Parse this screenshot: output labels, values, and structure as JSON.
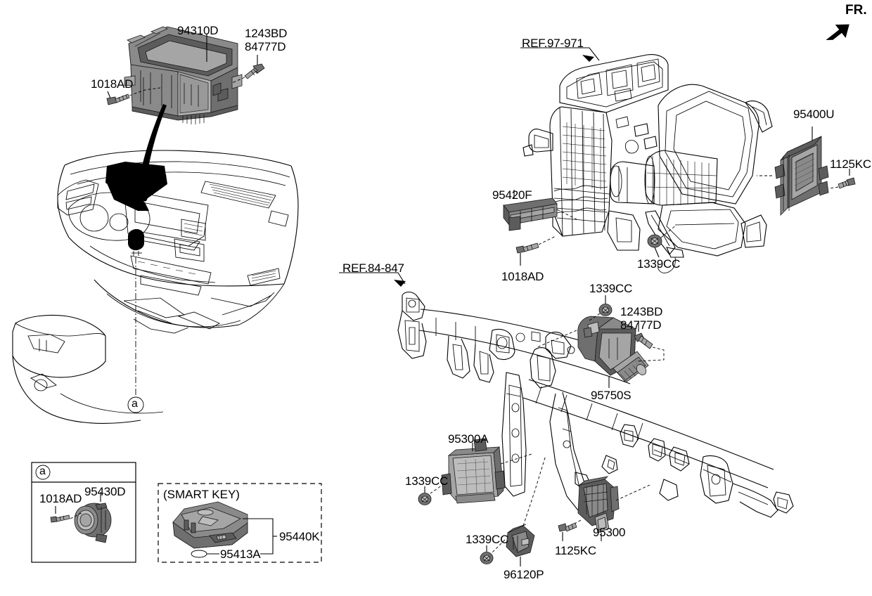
{
  "diagram": {
    "orientation_marker": "FR.",
    "callout_letter": "a",
    "smart_key_box_title": "(SMART KEY)"
  },
  "references": [
    {
      "id": "ref-97-971",
      "text": "REF.97-971"
    },
    {
      "id": "ref-84-847",
      "text": "REF.84-847"
    }
  ],
  "labels": {
    "audio_head_unit": "94310D",
    "screw_1243bd": "1243BD",
    "screw_84777d": "84777D",
    "bolt_1018ad_top": "1018AD",
    "ref_97_971": "REF.97-971",
    "ecu_95400u": "95400U",
    "bolt_1125kc_top": "1125KC",
    "actuator_95420f": "95420F",
    "bolt_1018ad_hvac": "1018AD",
    "nut_1339cc_hvac": "1339CC",
    "ref_84_847": "REF.84-847",
    "nut_1339cc_95750s": "1339CC",
    "screw_1243bd_95750s": "1243BD",
    "screw_84777d_95750s": "84777D",
    "module_95750s": "95750S",
    "module_95300a": "95300A",
    "nut_1339cc_95300a": "1339CC",
    "nut_1339cc_96120p": "1339CC",
    "sensor_96120p": "96120P",
    "bolt_1125kc_95300": "1125KC",
    "module_95300": "95300",
    "detail_a": "a",
    "bolt_1018ad_detail": "1018AD",
    "horn_95430d": "95430D",
    "smart_key_title": "(SMART KEY)",
    "key_fob_95440k": "95440K",
    "battery_95413a": "95413A"
  },
  "parts": [
    {
      "number": "94310D",
      "name": "audio-head-unit"
    },
    {
      "number": "1243BD",
      "name": "screw"
    },
    {
      "number": "84777D",
      "name": "screw"
    },
    {
      "number": "1018AD",
      "name": "bolt"
    },
    {
      "number": "95400U",
      "name": "smart-key-control-module"
    },
    {
      "number": "1125KC",
      "name": "bolt"
    },
    {
      "number": "95420F",
      "name": "antenna"
    },
    {
      "number": "1339CC",
      "name": "nut"
    },
    {
      "number": "95750S",
      "name": "steering-lock-module"
    },
    {
      "number": "95300A",
      "name": "bcm-module"
    },
    {
      "number": "95300",
      "name": "control-module"
    },
    {
      "number": "96120P",
      "name": "receiver-unit"
    },
    {
      "number": "95430D",
      "name": "start-stop-button"
    },
    {
      "number": "95440K",
      "name": "smart-key-fob"
    },
    {
      "number": "95413A",
      "name": "key-battery"
    }
  ],
  "colors": {
    "line": "#000000",
    "fill_dark": "#5c5c5c",
    "fill_mid": "#6f6f6f",
    "fill_light": "#a5a5a5",
    "background": "#ffffff"
  }
}
